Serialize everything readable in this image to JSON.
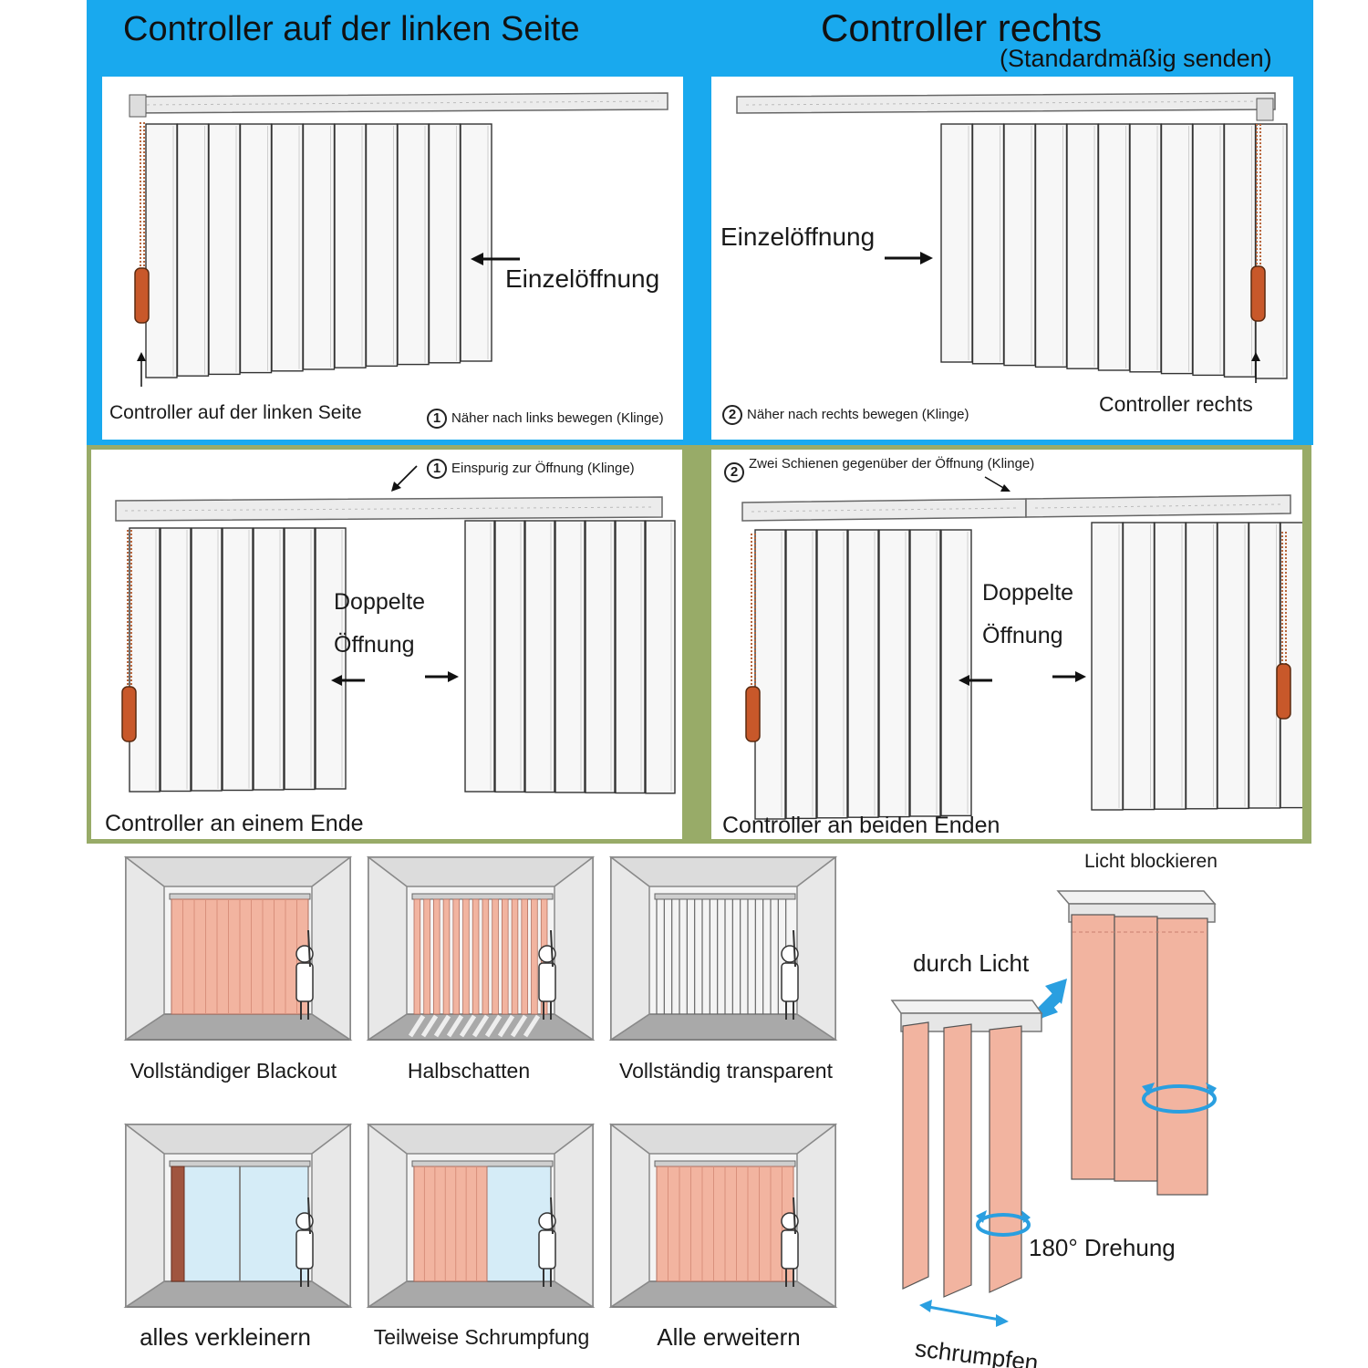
{
  "top_section": {
    "title_left": "Controller auf der linken Seite",
    "title_right": "Controller rechts",
    "subtitle_right": "(Standardmäßig senden)",
    "panel_left": {
      "opening_label": "Einzelöffnung",
      "controller_label": "Controller auf der linken Seite",
      "step_number": "1",
      "step_text": "Näher nach links bewegen (Klinge)"
    },
    "panel_right": {
      "opening_label": "Einzelöffnung",
      "controller_label": "Controller rechts",
      "step_number": "2",
      "step_text": "Näher nach rechts bewegen (Klinge)"
    }
  },
  "middle_section": {
    "panel_left": {
      "step_number": "1",
      "step_text": "Einspurig zur Öffnung (Klinge)",
      "opening_line1": "Doppelte",
      "opening_line2": "Öffnung",
      "controller_label": "Controller an einem Ende"
    },
    "panel_right": {
      "step_number": "2",
      "step_text": "Zwei Schienen gegenüber der Öffnung (Klinge)",
      "opening_line1": "Doppelte",
      "opening_line2": "Öffnung",
      "controller_label": "Controller an beiden Enden"
    }
  },
  "rooms": [
    {
      "caption": "Vollständiger Blackout"
    },
    {
      "caption": "Halbschatten"
    },
    {
      "caption": "Vollständig transparent"
    },
    {
      "caption": "alles verkleinern"
    },
    {
      "caption": "Teilweise Schrumpfung"
    },
    {
      "caption": "Alle erweitern"
    }
  ],
  "rotation_diagram": {
    "block_label": "Licht blockieren",
    "through_label": "durch Licht",
    "rotation_label": "180° Drehung",
    "shrink_label": "schrumpfen"
  },
  "colors": {
    "top_band": "#19a9ee",
    "middle_band": "#98ab68",
    "slat_pink": "#f2b4a0",
    "controller_orange": "#c8582a",
    "rotation_arrow": "#2a9fe0"
  }
}
